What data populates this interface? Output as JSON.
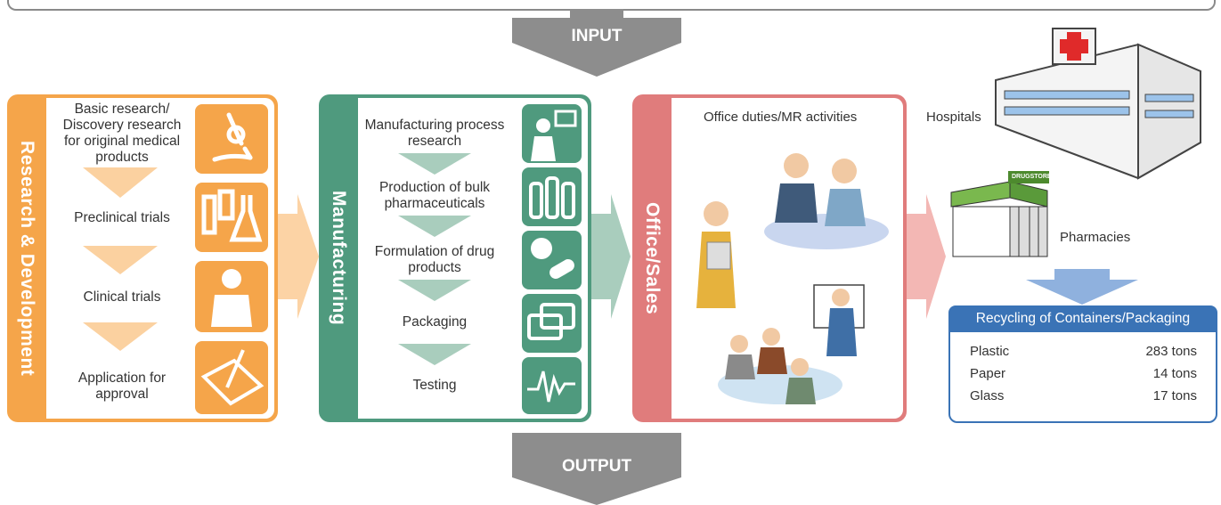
{
  "arrows": {
    "input": "INPUT",
    "output": "OUTPUT"
  },
  "rd": {
    "label": "Research & Development",
    "steps": [
      "Basic research/ Discovery research for original medical products",
      "Preclinical trials",
      "Clinical trials",
      "Application for approval"
    ]
  },
  "mfg": {
    "label": "Manufacturing",
    "steps": [
      "Manufacturing process research",
      "Production of bulk pharmaceuticals",
      "Formulation of drug products",
      "Packaging",
      "Testing"
    ]
  },
  "office": {
    "label": "Office/Sales",
    "caption": "Office duties/MR activities"
  },
  "destinations": {
    "hospitals": "Hospitals",
    "pharmacies": "Pharmacies",
    "drugstore_sign": "DRUGSTORE"
  },
  "recycling": {
    "title": "Recycling of Containers/Packaging",
    "rows": [
      {
        "material": "Plastic",
        "amount": "283 tons"
      },
      {
        "material": "Paper",
        "amount": "14 tons"
      },
      {
        "material": "Glass",
        "amount": "17 tons"
      }
    ]
  },
  "colors": {
    "rd": "#f5a54a",
    "mfg": "#4f9a7e",
    "office": "#e07c7c",
    "recycle": "#3a73b6",
    "arrow": "#8d8d8d"
  }
}
